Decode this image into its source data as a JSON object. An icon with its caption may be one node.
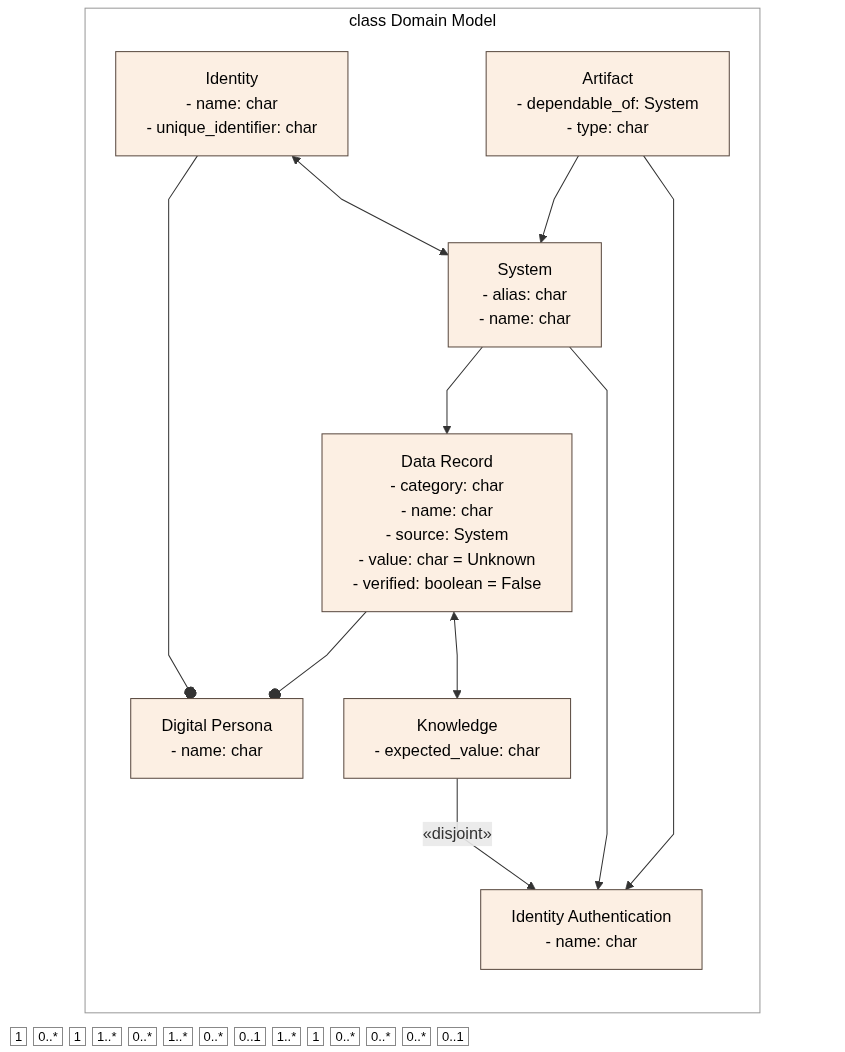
{
  "diagram": {
    "nodes": [
      {
        "text": [
          "class Domain Model"
        ]
      },
      {
        "text": [
          "Digital Persona",
          "- name: char"
        ],
        "in": 0
      },
      {
        "text": [
          "Identity",
          "- name: char",
          "- unique_identifier: char"
        ],
        "in": 0
      },
      {
        "text": [
          "Data Record",
          "- category: char",
          "- name: char",
          "- source: System",
          "- value: char = Unknown",
          "- verified: boolean = False"
        ],
        "in": 0
      },
      {
        "text": [
          "System",
          "- alias: char",
          "- name: char"
        ],
        "in": 0
      },
      {
        "text": [
          "Identity Authentication",
          "- name: char"
        ],
        "in": 0
      },
      {
        "text": [
          "Knowledge",
          "- expected_value: char"
        ],
        "in": 0
      },
      {
        "text": [
          "Artifact",
          "- dependable_of: System",
          "- type: char"
        ],
        "in": 0
      }
    ],
    "edges": [
      {
        "from": 1,
        "to": 2,
        "arrow": "other"
      },
      {
        "from": 1,
        "to": 3,
        "arrow": "other"
      },
      {
        "from": 2,
        "to": 4,
        "arrow": "both"
      },
      {
        "from": 4,
        "to": 3,
        "arrow": "to"
      },
      {
        "from": 3,
        "to": 6,
        "arrow": "both"
      },
      {
        "from": 4,
        "to": 5,
        "arrow": "to"
      },
      {
        "from": 7,
        "to": 4,
        "arrow": "to"
      },
      {
        "from": 6,
        "to": 5,
        "arrow": "to",
        "label": "«disjoint»"
      },
      {
        "from": 7,
        "to": 5,
        "arrow": "to"
      }
    ],
    "labels": [
      "1",
      "0..*",
      "1",
      "1..*",
      "0..*",
      "1..*",
      "0..*",
      "0..1",
      "1..*",
      "1",
      "0..*",
      "0..*",
      "0..*",
      "0..1"
    ]
  }
}
